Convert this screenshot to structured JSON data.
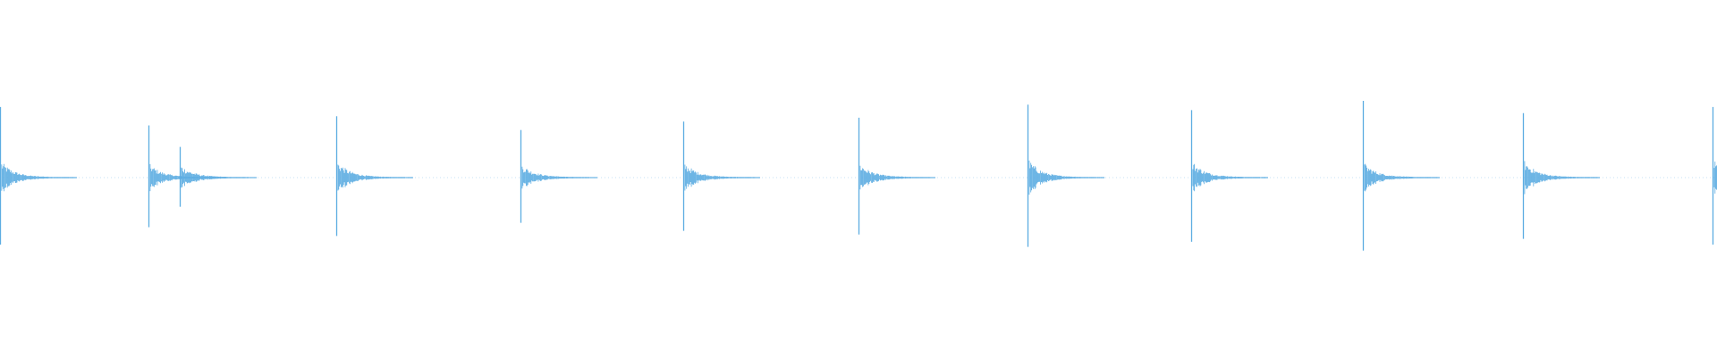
{
  "waveform": {
    "color": "#5dade2",
    "background": "#ffffff",
    "hits": [
      {
        "peak": 0.92,
        "tail": 0.22
      },
      {
        "peak": 0.68,
        "tail": 0.18,
        "echo": 0.4
      },
      {
        "peak": 0.8,
        "tail": 0.22
      },
      {
        "peak": 0.62,
        "tail": 0.18
      },
      {
        "peak": 0.73,
        "tail": 0.2
      },
      {
        "peak": 0.78,
        "tail": 0.19
      },
      {
        "peak": 0.95,
        "tail": 0.24
      },
      {
        "peak": 0.88,
        "tail": 0.22
      },
      {
        "peak": 1.0,
        "tail": 0.2
      },
      {
        "peak": 0.84,
        "tail": 0.23
      },
      {
        "peak": 0.92,
        "tail": 0.25
      }
    ]
  }
}
